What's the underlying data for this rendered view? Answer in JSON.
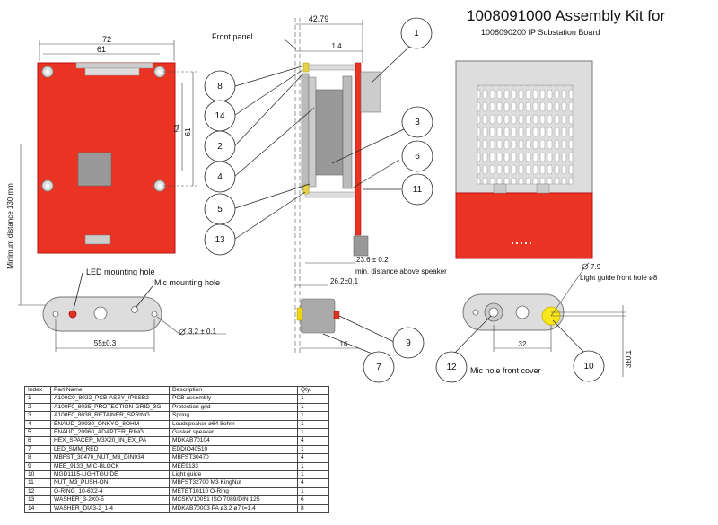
{
  "title": "1008091000 Assembly Kit for",
  "subtitle": "1008090200 IP Substation Board",
  "dimensions": {
    "width_72": "72",
    "width_61": "61",
    "height_54": "54",
    "height_61": "61",
    "min_distance": "Minimum distance 130 mm",
    "side_42_79": "42.79",
    "side_1_4": "1.4",
    "side_23_6": "23.6 ± 0.2",
    "side_min_dist": "min. distance above speaker",
    "side_26_2": "26.2±0.1",
    "mic_16": "16",
    "hole_55": "55±0.3",
    "hole_dia": "3.2  ± 0.1",
    "front_32": "32",
    "front_dia": "7.9",
    "front_lg": "Light guide front hole ø8",
    "front_3": "3±0.1"
  },
  "labels": {
    "front_panel": "Front panel",
    "led_hole": "LED mounting hole",
    "mic_hole": "Mic mounting hole",
    "mic_front": "Mic hole front cover"
  },
  "callouts": [
    "1",
    "2",
    "3",
    "4",
    "5",
    "6",
    "7",
    "8",
    "9",
    "10",
    "11",
    "12",
    "13",
    "14"
  ],
  "bom": {
    "headers": [
      "Index",
      "Part Name",
      "Description",
      "Qty."
    ],
    "rows": [
      [
        "1",
        "A100C0_8022_PCB-ASSY_IPSSB2",
        "PCB assembly",
        "1"
      ],
      [
        "2",
        "A100F0_8035_PROTECTION-GRID_3G",
        "Protection grid",
        "1"
      ],
      [
        "3",
        "A100F0_8038_RETAINER_SPRING",
        "Spring",
        "1"
      ],
      [
        "4",
        "ENAUD_20930_ONKYO_8OHM",
        "Loudspeaker ø64 8ohm",
        "1"
      ],
      [
        "5",
        "ENAUD_20960_ADAPTER_RING",
        "Gasket speaker",
        "1"
      ],
      [
        "6",
        "HEX_SPACER_M3X20_IN_EX_PA",
        "MDKAB70104",
        "4"
      ],
      [
        "7",
        "LED_SMM_RED",
        "EDDIO40510",
        "1"
      ],
      [
        "8",
        "MBFST_30470_NUT_M3_DIN934",
        "MBFST30470",
        "4"
      ],
      [
        "9",
        "MEE_9133_MIC-BLOCK",
        "MEE9133",
        "1"
      ],
      [
        "10",
        "MGD1115-LIGHTGUIDE",
        "Light guide",
        "1"
      ],
      [
        "11",
        "NUT_M3_PUSH-ON",
        "MBFST32700 M3 KingNut",
        "4"
      ],
      [
        "12",
        "O-RING_10-6X2-4",
        "METET10110 O-Ring",
        "1"
      ],
      [
        "13",
        "WASHER_3-2X0-5",
        "MCSKV10051 ISO 7089/DIN 125",
        "6"
      ],
      [
        "14",
        "WASHER_DIA3-2_1-4",
        "MDKAB70003 PA ø3.2 ø7 t=1.4",
        "8"
      ]
    ]
  }
}
